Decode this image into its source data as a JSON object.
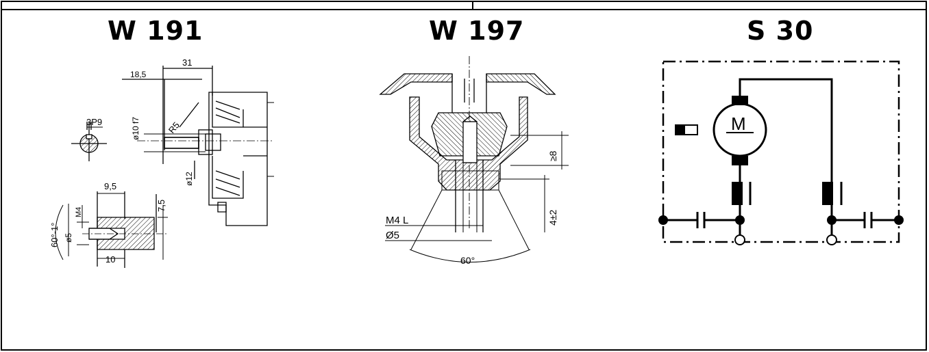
{
  "panels": {
    "w191": {
      "title": "W 191",
      "labels": {
        "dim_31": "31",
        "dim_18_5": "18,5",
        "keyway": "3P9",
        "dia_10": "ø10 f7",
        "radius": "R5",
        "dia_12": "ø12",
        "dim_9_5": "9,5",
        "dim_7_5": "7,5",
        "angle": "60°-1°",
        "thread": "M4",
        "dia_5": "ø5",
        "dim_10": "10"
      }
    },
    "w197": {
      "title": "W 197",
      "labels": {
        "depth": "≥8",
        "tolerance": "4±2",
        "thread": "M4 L",
        "dia": "Ø5",
        "angle": "60°"
      }
    },
    "s30": {
      "title": "S 30",
      "labels": {
        "motor": "M"
      }
    }
  }
}
